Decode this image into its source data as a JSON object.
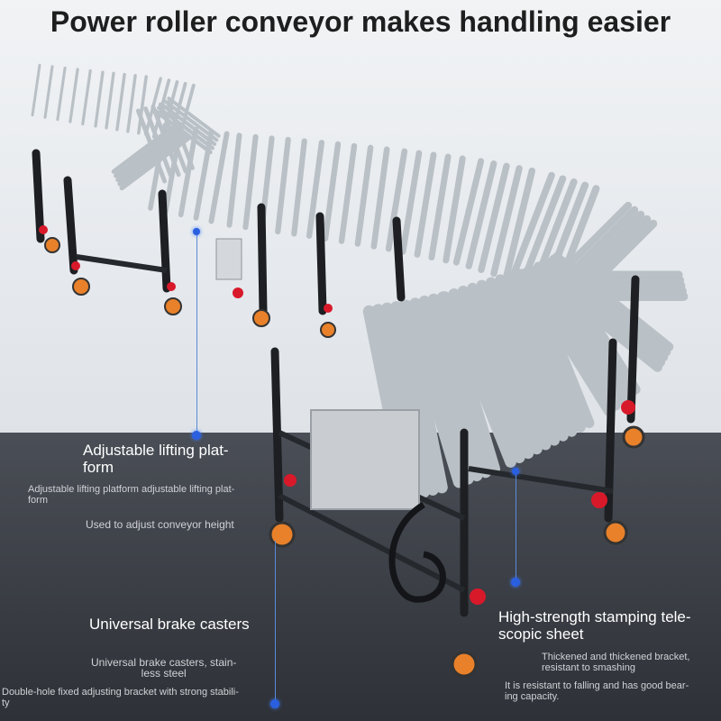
{
  "title": "Power roller conveyor makes handling easier",
  "callouts": {
    "lifting": {
      "heading": "Adjustable lifting plat-\nform",
      "desc": "Adjustable lifting platform adjustable lifting plat-\nform",
      "note": "Used to adjust conveyor height"
    },
    "casters": {
      "heading": "Universal brake casters",
      "desc": "Universal brake casters, stain-\nless steel",
      "note": "Double-hole fixed adjusting bracket with strong stabili-\nty"
    },
    "sheet": {
      "heading": "High-strength stamping tele-\nscopic sheet",
      "desc": "Thickened and thickened bracket,\nresistant to smashing",
      "note": "It is resistant to falling and has good bear-\ning capacity."
    }
  },
  "colors": {
    "top_bg": "#e8ebef",
    "bottom_bg": "#3c4048",
    "accent_dot": "#2a5fe0",
    "brake_red": "#d8192a",
    "caster_orange": "#e8812a",
    "frame": "#1d1f22",
    "roller": "#b9c0c6"
  }
}
